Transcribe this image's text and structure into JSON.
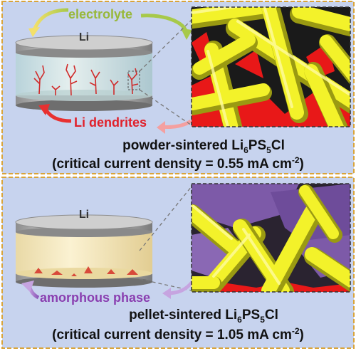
{
  "top_panel": {
    "label_electrolyte": "electrolyte",
    "label_li": "Li",
    "label_dendrites": "Li dendrites",
    "caption_prefix": "powder-sintered Li",
    "caption_sub1": "6",
    "caption_mid": "PS",
    "caption_sub2": "5",
    "caption_suffix": "Cl",
    "ccd_line": "(critical current density = 0.55 mA cm",
    "ccd_exp": "-2",
    "ccd_close": ")"
  },
  "bottom_panel": {
    "label_li": "Li",
    "label_amorphous": "amorphous phase",
    "caption_prefix": "pellet-sintered Li",
    "caption_sub1": "6",
    "caption_mid": "PS",
    "caption_sub2": "5",
    "caption_suffix": "Cl",
    "ccd_line": "(critical current density = 1.05 mA cm",
    "ccd_exp": "-2",
    "ccd_close": ")"
  },
  "colors": {
    "panel_bg": "#c7d3ee",
    "panel_border": "#d9a43a",
    "electrolyte_label": "#98b83a",
    "dendrite_label": "#e0202a",
    "amorphous_label": "#8a3fb0",
    "rod_yellow": "#f3f22a",
    "rod_shadow": "#9a9a12",
    "dendrite_red": "#e81818",
    "amorphous_purple": "#7d5aa8"
  }
}
